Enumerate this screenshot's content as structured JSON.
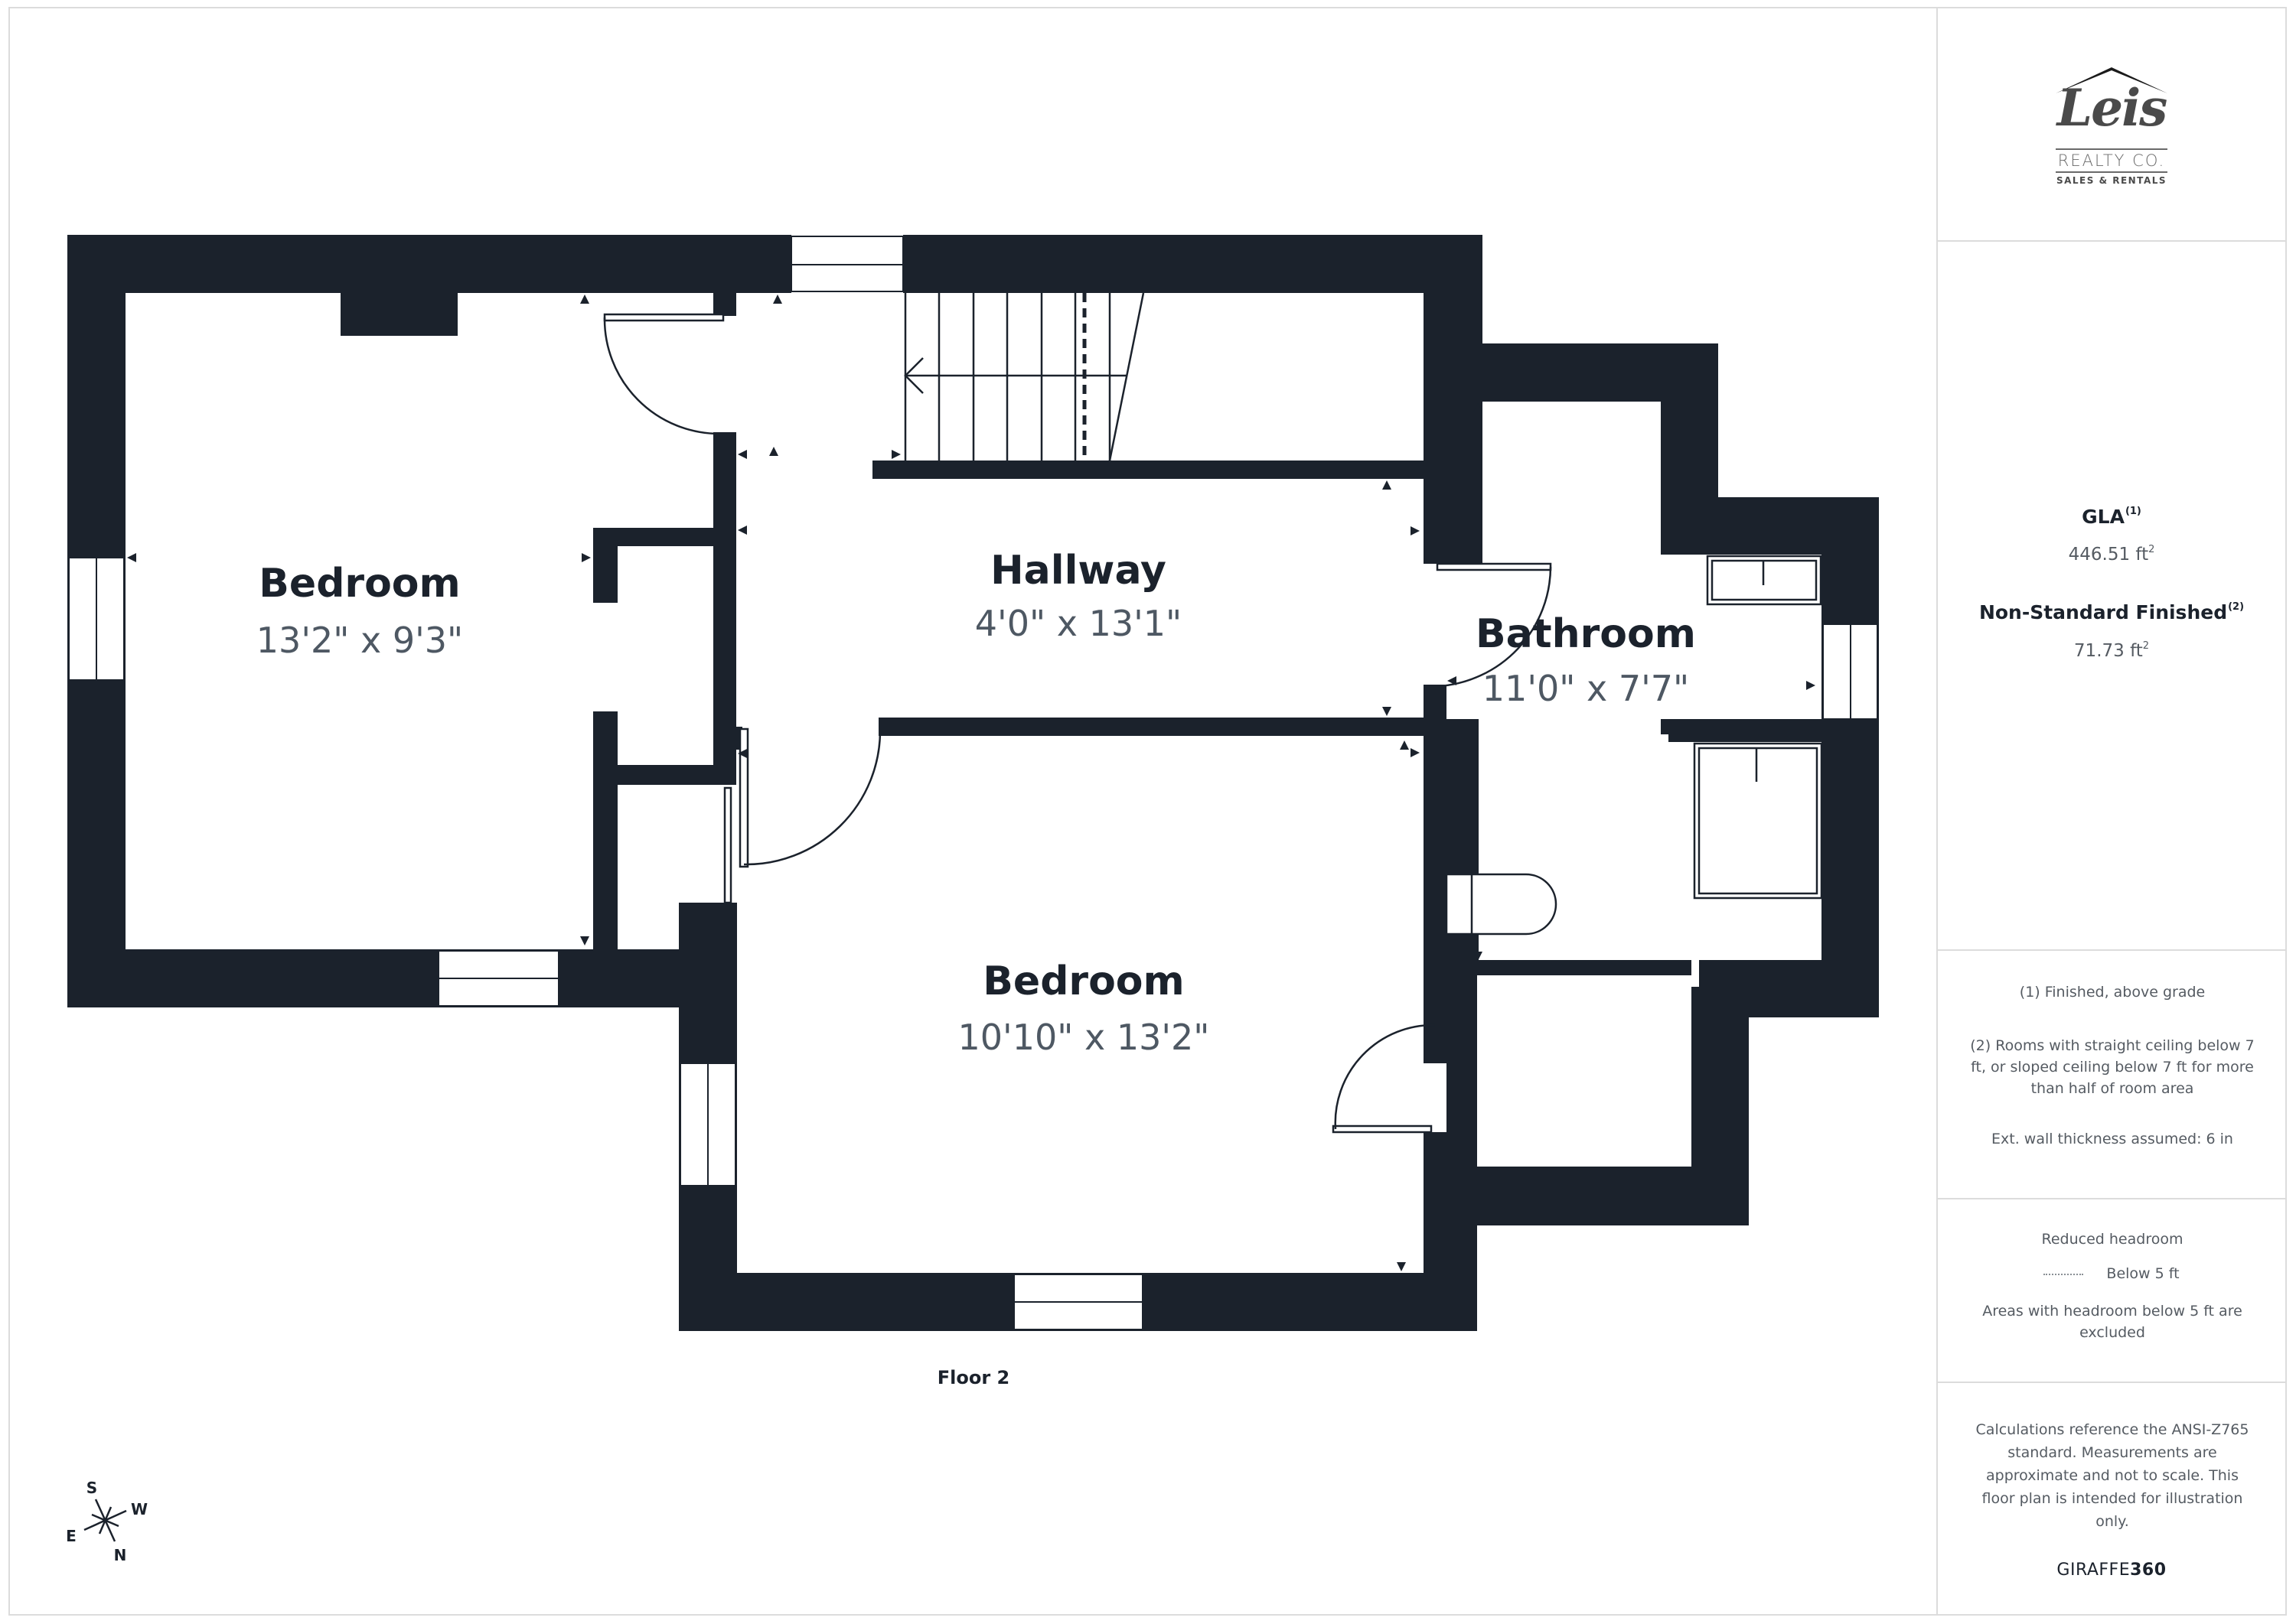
{
  "colors": {
    "wall": "#1b222c",
    "text_primary": "#1b222c",
    "text_secondary": "#555b62",
    "divider": "#dcdcdc",
    "logo_gray": "#4a4a4a"
  },
  "plan": {
    "floor_label": "Floor 2",
    "rooms": [
      {
        "name": "Bedroom",
        "dimensions": "13'2\" x 9'3\""
      },
      {
        "name": "Hallway",
        "dimensions": "4'0\" x 13'1\""
      },
      {
        "name": "Bathroom",
        "dimensions": "11'0\" x 7'7\""
      },
      {
        "name": "Bedroom",
        "dimensions": "10'10\" x 13'2\""
      }
    ],
    "compass": {
      "n": "N",
      "s": "S",
      "e": "E",
      "w": "W"
    },
    "icons": [
      "compass-icon",
      "stairs-icon",
      "stair-direction-arrow-icon",
      "door-swing-icon",
      "window-icon",
      "toilet-icon",
      "bathtub-icon",
      "sink-icon",
      "dimension-marker-icon"
    ]
  },
  "panel": {
    "logo": {
      "script": "Leis",
      "line1": "REALTY CO.",
      "line2": "SALES & RENTALS"
    },
    "gla": {
      "label": "GLA",
      "footnote": "(1)",
      "value": "446.51 ft",
      "unit_sup": "2"
    },
    "non_standard": {
      "label": "Non-Standard Finished",
      "footnote": "(2)",
      "value": "71.73 ft",
      "unit_sup": "2"
    },
    "notes": [
      "(1) Finished, above grade",
      "(2) Rooms with straight ceiling below 7 ft, or sloped ceiling below 7 ft for more than half of room area",
      "Ext. wall thickness assumed: 6 in"
    ],
    "headroom": {
      "title": "Reduced headroom",
      "legend": "Below 5 ft",
      "note": "Areas with headroom below 5 ft are excluded"
    },
    "disclaimer": "Calculations reference the ANSI-Z765 standard. Measurements are approximate and not to scale. This floor plan is intended for illustration only.",
    "brand": {
      "part1": "GIRAFFE",
      "part2": "360"
    }
  }
}
